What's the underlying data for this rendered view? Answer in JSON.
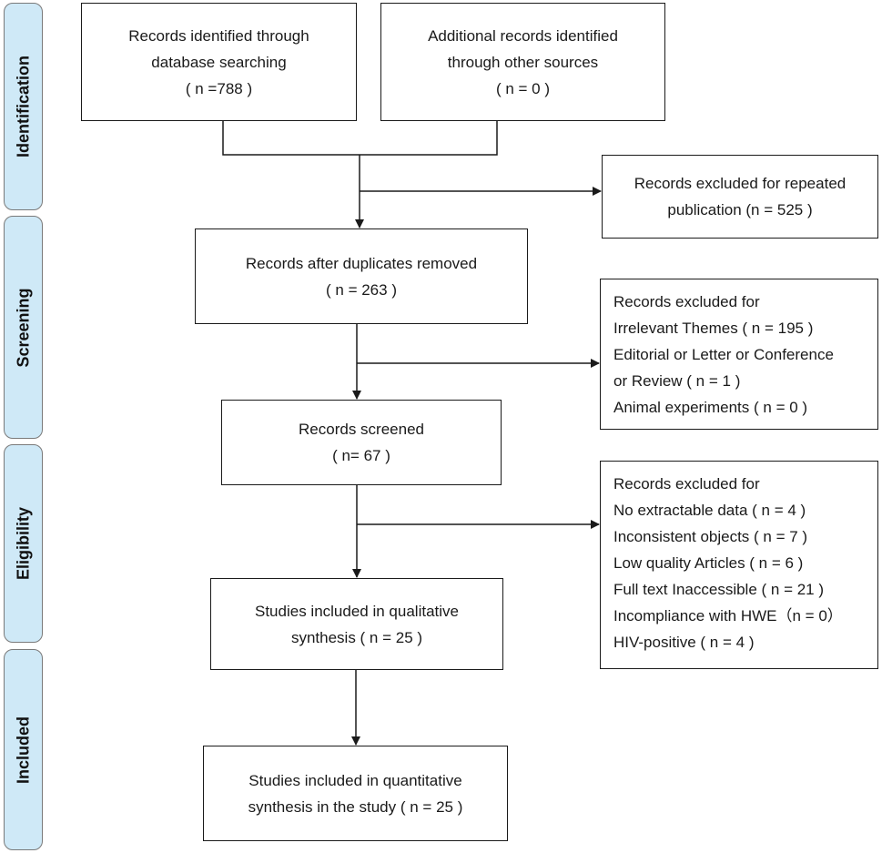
{
  "stages": [
    {
      "id": "identification",
      "label": "Identification"
    },
    {
      "id": "screening",
      "label": "Screening"
    },
    {
      "id": "eligibility",
      "label": "Eligibility"
    },
    {
      "id": "included",
      "label": "Included"
    }
  ],
  "boxes": {
    "database": {
      "lines": [
        "Records identified through",
        "database searching",
        "( n =788 )"
      ]
    },
    "other_sources": {
      "lines": [
        "Additional records identified",
        "through other sources",
        "( n = 0 )"
      ]
    },
    "excluded_repeated": {
      "lines": [
        "Records excluded for repeated",
        "publication (n = 525 )"
      ]
    },
    "after_duplicates": {
      "lines": [
        "Records after duplicates removed",
        "( n = 263 )"
      ]
    },
    "excluded_screening": {
      "lines": [
        "Records excluded for",
        "Irrelevant Themes ( n = 195 )",
        "Editorial or Letter or Conference",
        "or Review ( n = 1 )",
        "Animal experiments ( n = 0 )"
      ]
    },
    "screened": {
      "lines": [
        "Records screened",
        "( n= 67 )"
      ]
    },
    "excluded_eligibility": {
      "lines": [
        "Records excluded for",
        "No extractable data ( n = 4 )",
        "Inconsistent objects ( n = 7 )",
        "Low quality Articles ( n = 6 )",
        "Full text Inaccessible ( n = 21 )",
        "Incompliance with HWE（n = 0）",
        "HIV-positive ( n = 4 )"
      ]
    },
    "qualitative": {
      "lines": [
        "Studies included in qualitative",
        "synthesis ( n = 25 )"
      ]
    },
    "quantitative": {
      "lines": [
        "Studies included in quantitative",
        "synthesis in the study ( n = 25 )"
      ]
    }
  }
}
